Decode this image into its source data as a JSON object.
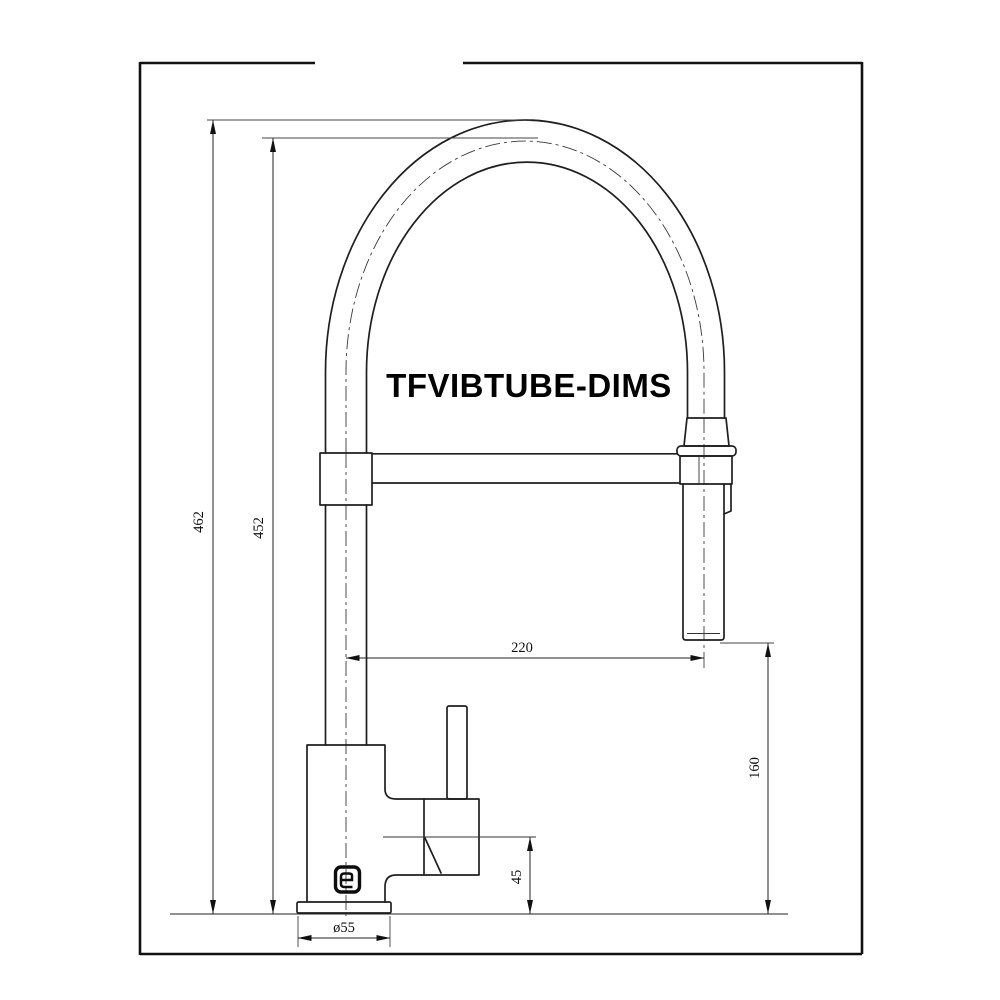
{
  "title": "TFVIBTUBE-DIMS",
  "drawing_type": "faucet-technical-dimension-drawing",
  "dimensions": {
    "total_height": "462",
    "hose_height": "452",
    "spout_reach": "220",
    "outlet_clearance": "160",
    "body_ref_height": "45",
    "base_diameter": "ø55"
  },
  "icons": {
    "brand_logo": "brand-logo-icon"
  },
  "colors": {
    "outline": "#1f1f1f",
    "dimension_line": "#222222",
    "frame": "#111111",
    "background": "#ffffff",
    "title_text": "#000000"
  }
}
